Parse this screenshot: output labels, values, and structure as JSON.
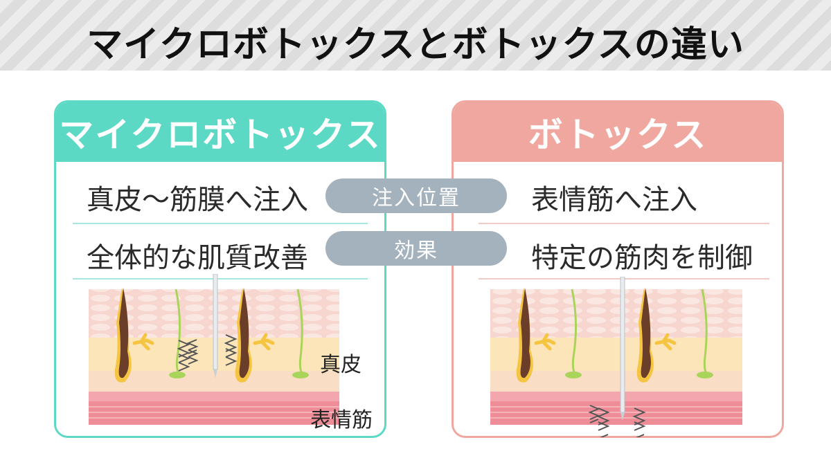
{
  "title": "マイクロボトックスとボトックスの違い",
  "left_panel": {
    "header": "マイクロボトックス",
    "rows": [
      "真皮〜筋膜へ注入",
      "全体的な肌質改善"
    ],
    "skin_labels": {
      "dermis": "真皮",
      "muscle": "表情筋"
    }
  },
  "right_panel": {
    "header": "ボトックス",
    "rows": [
      "表情筋へ注入",
      "特定の筋肉を制御"
    ]
  },
  "pills": [
    "注入位置",
    "効果"
  ],
  "colors": {
    "micro_accent": "#5bd9c4",
    "botox_accent": "#f0a7a0",
    "pill": "#a3b2bc"
  }
}
